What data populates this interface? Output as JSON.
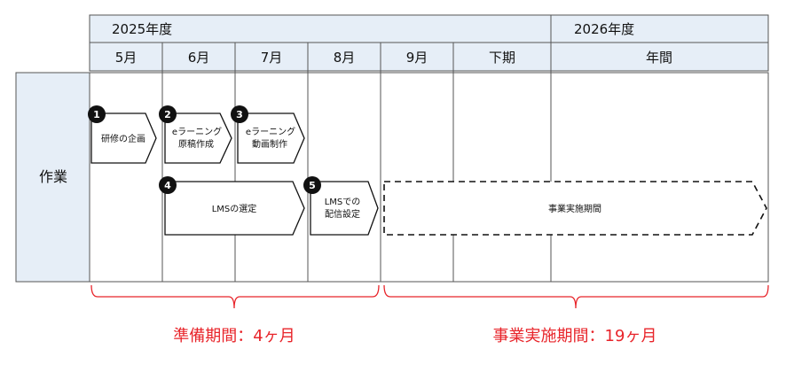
{
  "header": {
    "fiscal_years": [
      "2025年度",
      "2026年度"
    ],
    "periods": [
      "5月",
      "6月",
      "7月",
      "8月",
      "9月",
      "下期",
      "年間"
    ]
  },
  "row_label": "作業",
  "tasks": [
    {
      "number": "1",
      "lines": [
        "研修の企画"
      ]
    },
    {
      "number": "2",
      "lines": [
        "eラーニング",
        "原稿作成"
      ]
    },
    {
      "number": "3",
      "lines": [
        "eラーニング",
        "動画制作"
      ]
    },
    {
      "number": "4",
      "lines": [
        "LMSの選定"
      ]
    },
    {
      "number": "5",
      "lines": [
        "LMSでの",
        "配信設定"
      ]
    },
    {
      "number": "",
      "lines": [
        "事業実施期間"
      ]
    }
  ],
  "phases": [
    {
      "label": "準備期間：4ヶ月"
    },
    {
      "label": "事業実施期間：19ヶ月"
    }
  ],
  "colors": {
    "header_fill": "#e6eef7",
    "grid_line": "#555555",
    "phase_red": "#e8242a",
    "badge": "#111111"
  }
}
